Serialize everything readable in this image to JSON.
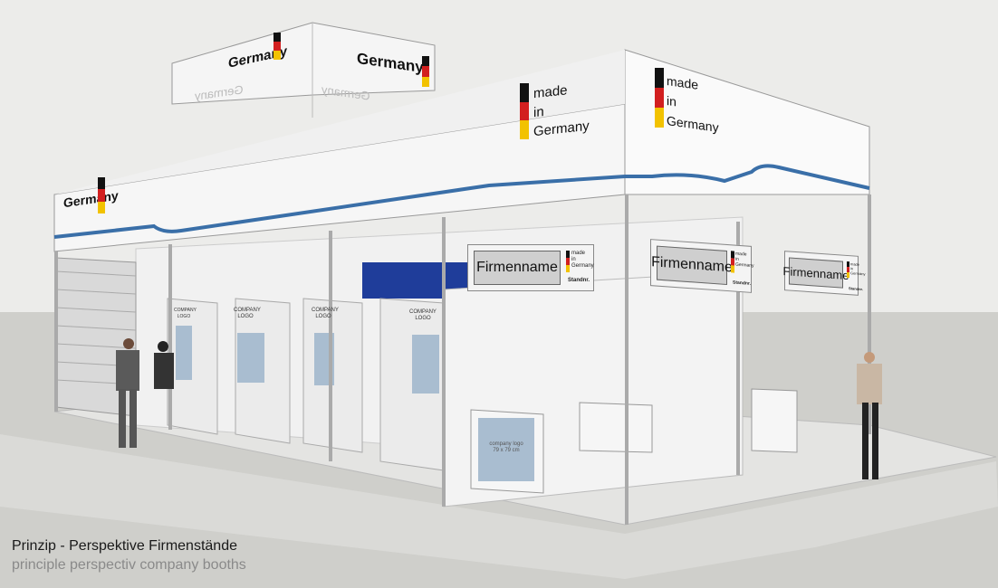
{
  "hanging_sign": {
    "front_left": "Germany",
    "front_right": "Germany",
    "back_mirrored_left": "Germany",
    "back_mirrored_right": "Germany"
  },
  "roof": {
    "front_label": "Germany",
    "panel_1": {
      "line1": "made",
      "line2": "in",
      "line3": "Germany"
    },
    "panel_2": {
      "line1": "made",
      "line2": "in",
      "line3": "Germany"
    }
  },
  "company_signs": [
    {
      "name": "Firmenname",
      "origin_lines": [
        "made",
        "in",
        "Germany"
      ],
      "stand": "Standnr."
    },
    {
      "name": "Firmenname",
      "origin_lines": [
        "made",
        "in",
        "Germany"
      ],
      "stand": "Standnr."
    },
    {
      "name": "Firmenname",
      "origin_lines": [
        "made",
        "in",
        "Germany"
      ],
      "stand": "Standnr."
    }
  ],
  "booth_panels": [
    {
      "logo": "COMPANY LOGO"
    },
    {
      "logo": "COMPANY LOGO"
    },
    {
      "logo": "COMPANY LOGO"
    },
    {
      "logo": "COMPANY LOGO"
    }
  ],
  "counter": {
    "label_line1": "company logo",
    "label_line2": "79 x 79 cm"
  },
  "caption": {
    "title": "Prinzip - Perspektive Firmenstände",
    "subtitle": "principle perspectiv company booths"
  },
  "colors": {
    "flag_black": "#111111",
    "flag_red": "#d21f1f",
    "flag_gold": "#f2c200",
    "accent_blue": "#3a6fa8",
    "banner_blue": "#1f3d9a"
  }
}
